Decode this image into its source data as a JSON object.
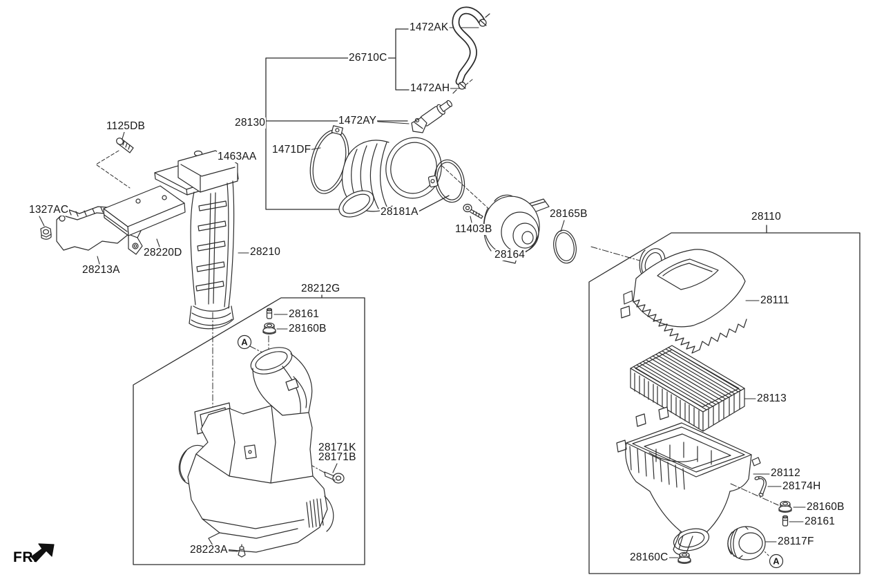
{
  "diagram": {
    "colors": {
      "background": "#ffffff",
      "line": "#2b2b2b",
      "text": "#161616"
    },
    "fr_marker": "FR.",
    "callout_letter": "A",
    "labels": {
      "p26710C": "26710C",
      "p1472AK": "1472AK",
      "p1472AH": "1472AH",
      "p1472AY": "1472AY",
      "p28130": "28130",
      "p1471DF": "1471DF",
      "p28181A": "28181A",
      "p11403B": "11403B",
      "p28164": "28164",
      "p28165B": "28165B",
      "p1125DB": "1125DB",
      "p1463AA": "1463AA",
      "p1327AC": "1327AC",
      "p28220D": "28220D",
      "p28213A": "28213A",
      "p28210": "28210",
      "p28212G": "28212G",
      "p28161_left": "28161",
      "p28160B_left": "28160B",
      "p28171K": "28171K",
      "p28171B": "28171B",
      "p28223A": "28223A",
      "p28110": "28110",
      "p28111": "28111",
      "p28113": "28113",
      "p28112": "28112",
      "p28174H": "28174H",
      "p28160B_right": "28160B",
      "p28161_right": "28161",
      "p28117F": "28117F",
      "p28160C": "28160C"
    }
  }
}
